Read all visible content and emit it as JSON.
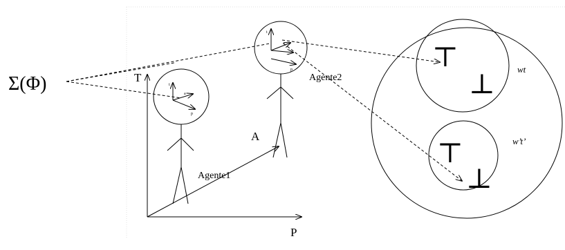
{
  "formula": "Σ(Φ)",
  "axes": {
    "vertical": "T",
    "horizontal": "P"
  },
  "path_label": "A",
  "agents": [
    {
      "name": "Agente1",
      "axis_t": "t",
      "axis_a": "a",
      "axis_p": "p"
    },
    {
      "name": "Agente2",
      "axis_t": "t",
      "axis_a": "a",
      "axis_p": "p"
    }
  ],
  "worlds": [
    {
      "label": "wt",
      "top": "⊤",
      "bottom": "⊥"
    },
    {
      "label": "w’t’",
      "top": "⊤",
      "bottom": "⊥"
    }
  ]
}
